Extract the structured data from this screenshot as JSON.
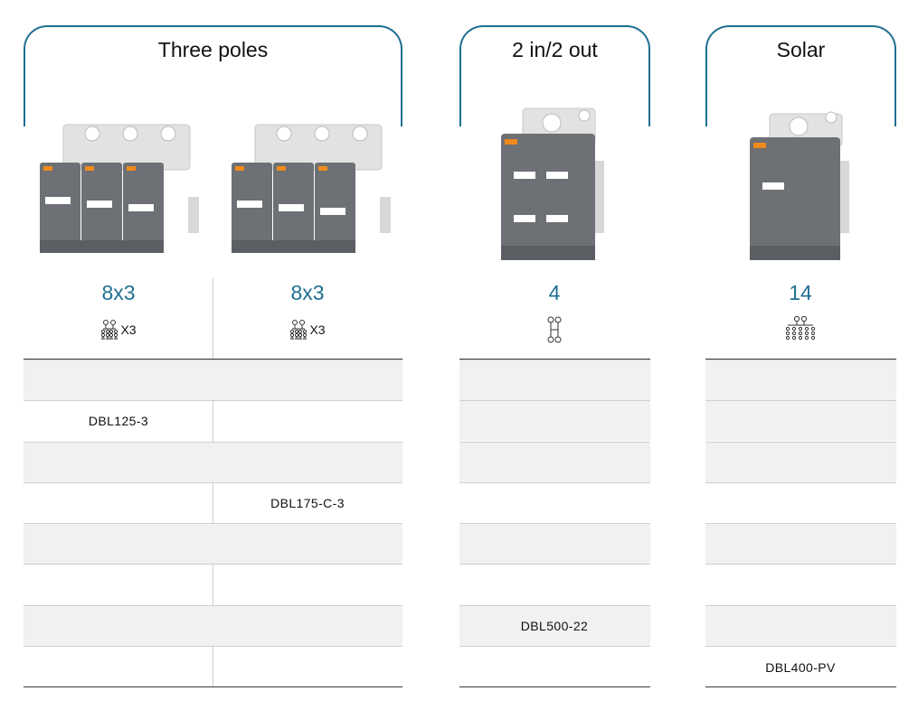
{
  "groups": {
    "three_poles": {
      "title": "Three poles"
    },
    "two_in_two_out": {
      "title": "2 in/2 out"
    },
    "solar": {
      "title": "Solar"
    }
  },
  "columns": [
    {
      "count": "8x3",
      "symbol_suffix": "X3",
      "part": "DBL125-3"
    },
    {
      "count": "8x3",
      "symbol_suffix": "X3",
      "part": "DBL175-C-3"
    },
    {
      "count": "4",
      "symbol_suffix": "",
      "part": "DBL500-22"
    },
    {
      "count": "14",
      "symbol_suffix": "",
      "part": "DBL400-PV"
    }
  ],
  "colors": {
    "accent": "#1f6f91",
    "row_shade": "#f1f1f1",
    "rule": "#cfcfcf",
    "body_gray": "#6d7074",
    "housing_gray": "#dcdcdc"
  }
}
